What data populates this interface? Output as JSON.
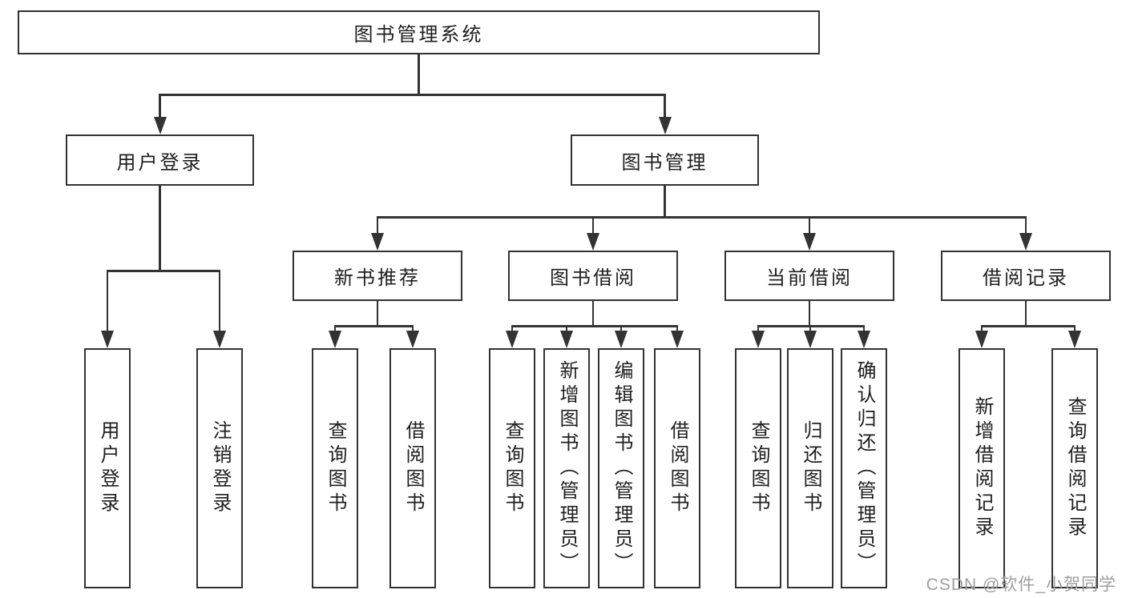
{
  "diagram": {
    "title": "图书管理系统",
    "nodes": [
      {
        "id": "root",
        "label": "图书管理系统",
        "children": [
          "user-login",
          "book-mgmt"
        ]
      },
      {
        "id": "user-login",
        "label": "用户登录",
        "children": [
          "user-login-action",
          "logout-action"
        ]
      },
      {
        "id": "book-mgmt",
        "label": "图书管理",
        "children": [
          "new-book-rec",
          "book-borrow",
          "current-borrow",
          "borrow-records"
        ]
      },
      {
        "id": "new-book-rec",
        "label": "新书推荐",
        "children": [
          "nbr-query-books",
          "nbr-borrow-books"
        ]
      },
      {
        "id": "book-borrow",
        "label": "图书借阅",
        "children": [
          "bb-query-books",
          "bb-add-books",
          "bb-edit-books",
          "bb-borrow-books"
        ]
      },
      {
        "id": "current-borrow",
        "label": "当前借阅",
        "children": [
          "cb-query-books",
          "cb-return-books",
          "cb-confirm-return"
        ]
      },
      {
        "id": "borrow-records",
        "label": "借阅记录",
        "children": [
          "br-add-record",
          "br-query-record"
        ]
      },
      {
        "id": "user-login-action",
        "label": "用户登录",
        "children": []
      },
      {
        "id": "logout-action",
        "label": "注销登录",
        "children": []
      },
      {
        "id": "nbr-query-books",
        "label": "查询图书",
        "children": []
      },
      {
        "id": "nbr-borrow-books",
        "label": "借阅图书",
        "children": []
      },
      {
        "id": "bb-query-books",
        "label": "查询图书",
        "children": []
      },
      {
        "id": "bb-add-books",
        "label": "新增图书（管理员）",
        "children": []
      },
      {
        "id": "bb-edit-books",
        "label": "编辑图书（管理员）",
        "children": []
      },
      {
        "id": "bb-borrow-books",
        "label": "借阅图书",
        "children": []
      },
      {
        "id": "cb-query-books",
        "label": "查询图书",
        "children": []
      },
      {
        "id": "cb-return-books",
        "label": "归还图书",
        "children": []
      },
      {
        "id": "cb-confirm-return",
        "label": "确认归还（管理员）",
        "children": []
      },
      {
        "id": "br-add-record",
        "label": "新增借阅记录",
        "children": []
      },
      {
        "id": "br-query-record",
        "label": "查询借阅记录",
        "children": []
      }
    ]
  },
  "watermark": "CSDN @软件_小贺同学",
  "colors": {
    "line": "#333333",
    "text": "#1f1f1f",
    "watermark": "#9e9e9e",
    "background": "#ffffff"
  }
}
